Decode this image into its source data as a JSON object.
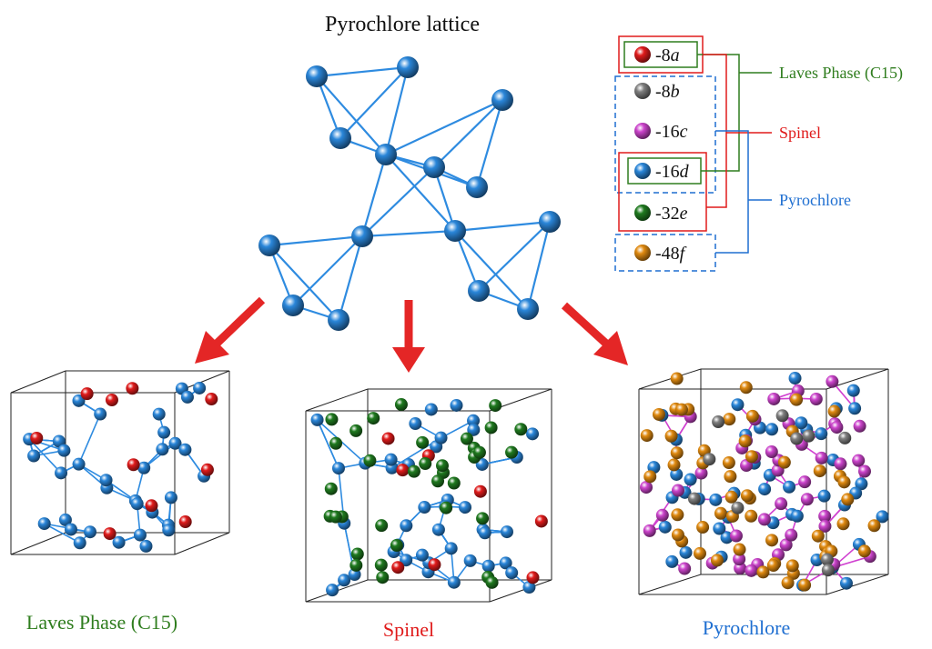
{
  "title": "Pyrochlore lattice",
  "colors": {
    "blue": "#2a86d9",
    "red": "#e01b1b",
    "green": "#1f7a1f",
    "magenta": "#cc44cc",
    "orange": "#e08a10",
    "gray": "#7f7f7f",
    "bond_blue": "#2e8be0",
    "bond_magenta": "#d040d0",
    "laves_text": "#2f7d1e",
    "spinel_text": "#e01b1b",
    "pyro_text": "#1f6fd1"
  },
  "legend": {
    "sites": [
      {
        "num": "-8",
        "letter": "a",
        "color": "red"
      },
      {
        "num": "-8",
        "letter": "b",
        "color": "gray"
      },
      {
        "num": "-16",
        "letter": "c",
        "color": "magenta"
      },
      {
        "num": "-16",
        "letter": "d",
        "color": "blue"
      },
      {
        "num": "-32",
        "letter": "e",
        "color": "green"
      },
      {
        "num": "-48",
        "letter": "f",
        "color": "orange"
      }
    ],
    "tags": {
      "laves": "Laves Phase (C15)",
      "spinel": "Spinel",
      "pyrochlore": "Pyrochlore"
    }
  },
  "panels": {
    "laves": "Laves Phase (C15)",
    "spinel": "Spinel",
    "pyrochlore": "Pyrochlore"
  }
}
